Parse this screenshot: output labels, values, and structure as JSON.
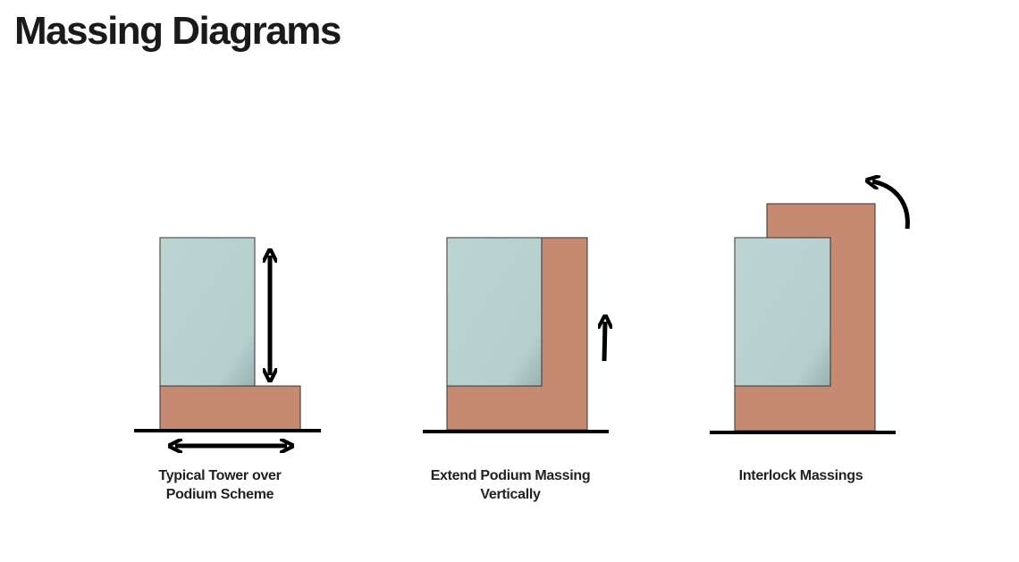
{
  "title": "Massing Diagrams",
  "colors": {
    "podium": "#c68a72",
    "tower": "#b8d0ce",
    "ink": "#000000"
  },
  "diagrams": [
    {
      "caption_line1": "Typical Tower over",
      "caption_line2": "Podium Scheme"
    },
    {
      "caption_line1": "Extend Podium Massing",
      "caption_line2": "Vertically"
    },
    {
      "caption_line1": "Interlock Massings",
      "caption_line2": ""
    }
  ]
}
